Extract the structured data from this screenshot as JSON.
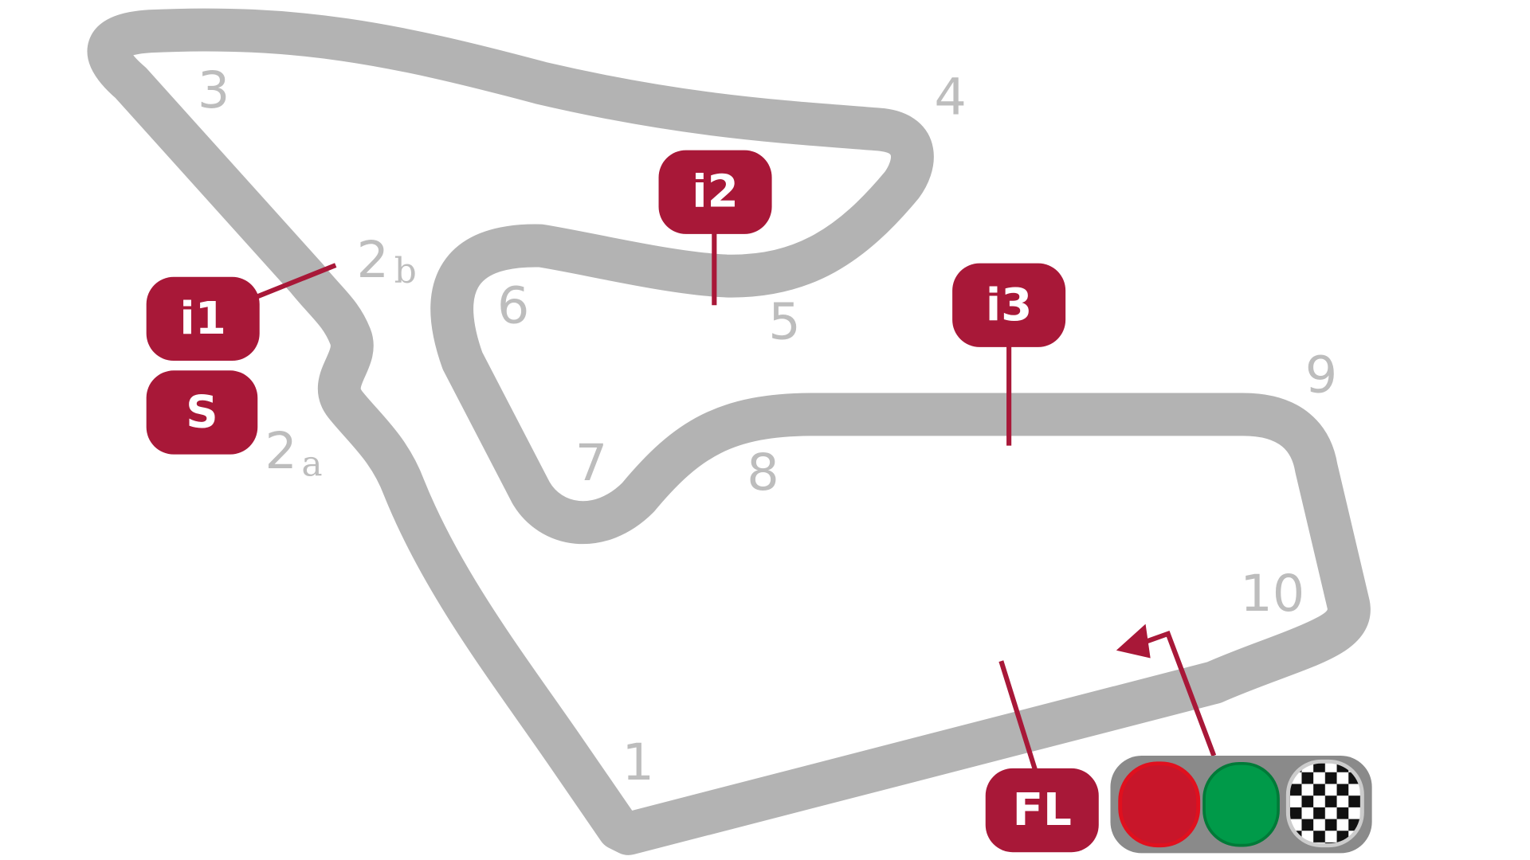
{
  "colors": {
    "track": "#b3b3b3",
    "marker": "#a81838",
    "corner_label": "#bdbdbd",
    "red_light": "#c8162a",
    "green_light": "#009a49",
    "panel": "#8a8a8a"
  },
  "corners": [
    {
      "id": "c3",
      "label": "3"
    },
    {
      "id": "c4",
      "label": "4"
    },
    {
      "id": "c6",
      "label": "6"
    },
    {
      "id": "c5",
      "label": "5"
    },
    {
      "id": "c9",
      "label": "9"
    },
    {
      "id": "c7",
      "label": "7"
    },
    {
      "id": "c8",
      "label": "8"
    },
    {
      "id": "c10",
      "label": "10"
    },
    {
      "id": "c1",
      "label": "1"
    },
    {
      "id": "c2b",
      "label": "2",
      "suffix": "b"
    },
    {
      "id": "c2a",
      "label": "2",
      "suffix": "a"
    }
  ],
  "markers": {
    "i1": "i1",
    "i2": "i2",
    "i3": "i3",
    "s": "S",
    "fl": "FL"
  },
  "legend": {
    "icons": [
      "red-light-icon",
      "green-light-icon",
      "checkered-flag-icon"
    ]
  }
}
